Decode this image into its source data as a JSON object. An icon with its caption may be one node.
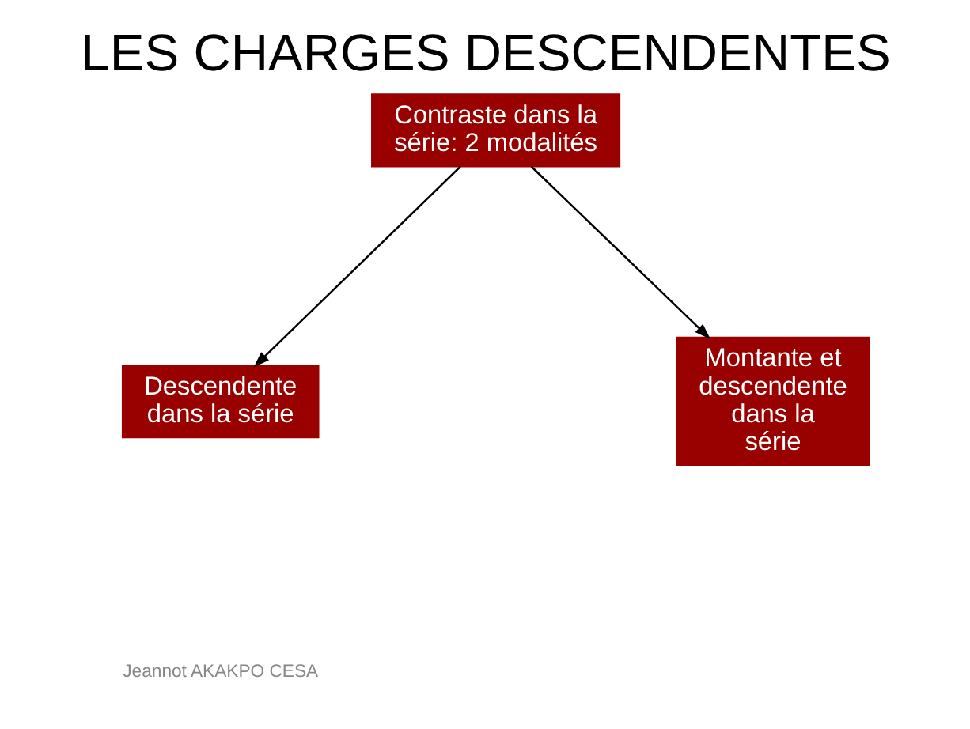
{
  "diagram": {
    "title": "LES CHARGES DESCENDENTES",
    "nodes": [
      {
        "text": [
          "Contraste dans la série: 2 modalités"
        ]
      },
      {
        "text": [
          "Descendente dans la série"
        ]
      },
      {
        "text": [
          "Montante et descendente dans la série"
        ]
      }
    ],
    "edges": [
      {
        "from": 0,
        "to": 1,
        "arrow": "to"
      },
      {
        "from": 0,
        "to": 2,
        "arrow": "to"
      }
    ],
    "labels": [
      "Jeannot AKAKPO CESA"
    ]
  }
}
